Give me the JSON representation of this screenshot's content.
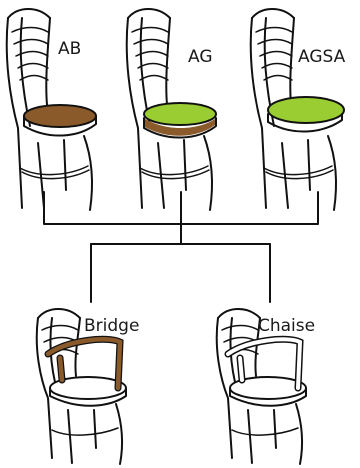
{
  "chairs": {
    "ab": {
      "label": "AB",
      "seat_color": "#8B5A2B"
    },
    "ag": {
      "label": "AG",
      "seat_color": "#9ACD32"
    },
    "agsa": {
      "label": "AGSA",
      "seat_color": "#9ACD32"
    },
    "bridge": {
      "label": "Bridge",
      "arm_color": "#8B5A2B"
    },
    "chaise": {
      "label": "Chaise",
      "arm_color": "#ffffff"
    }
  }
}
